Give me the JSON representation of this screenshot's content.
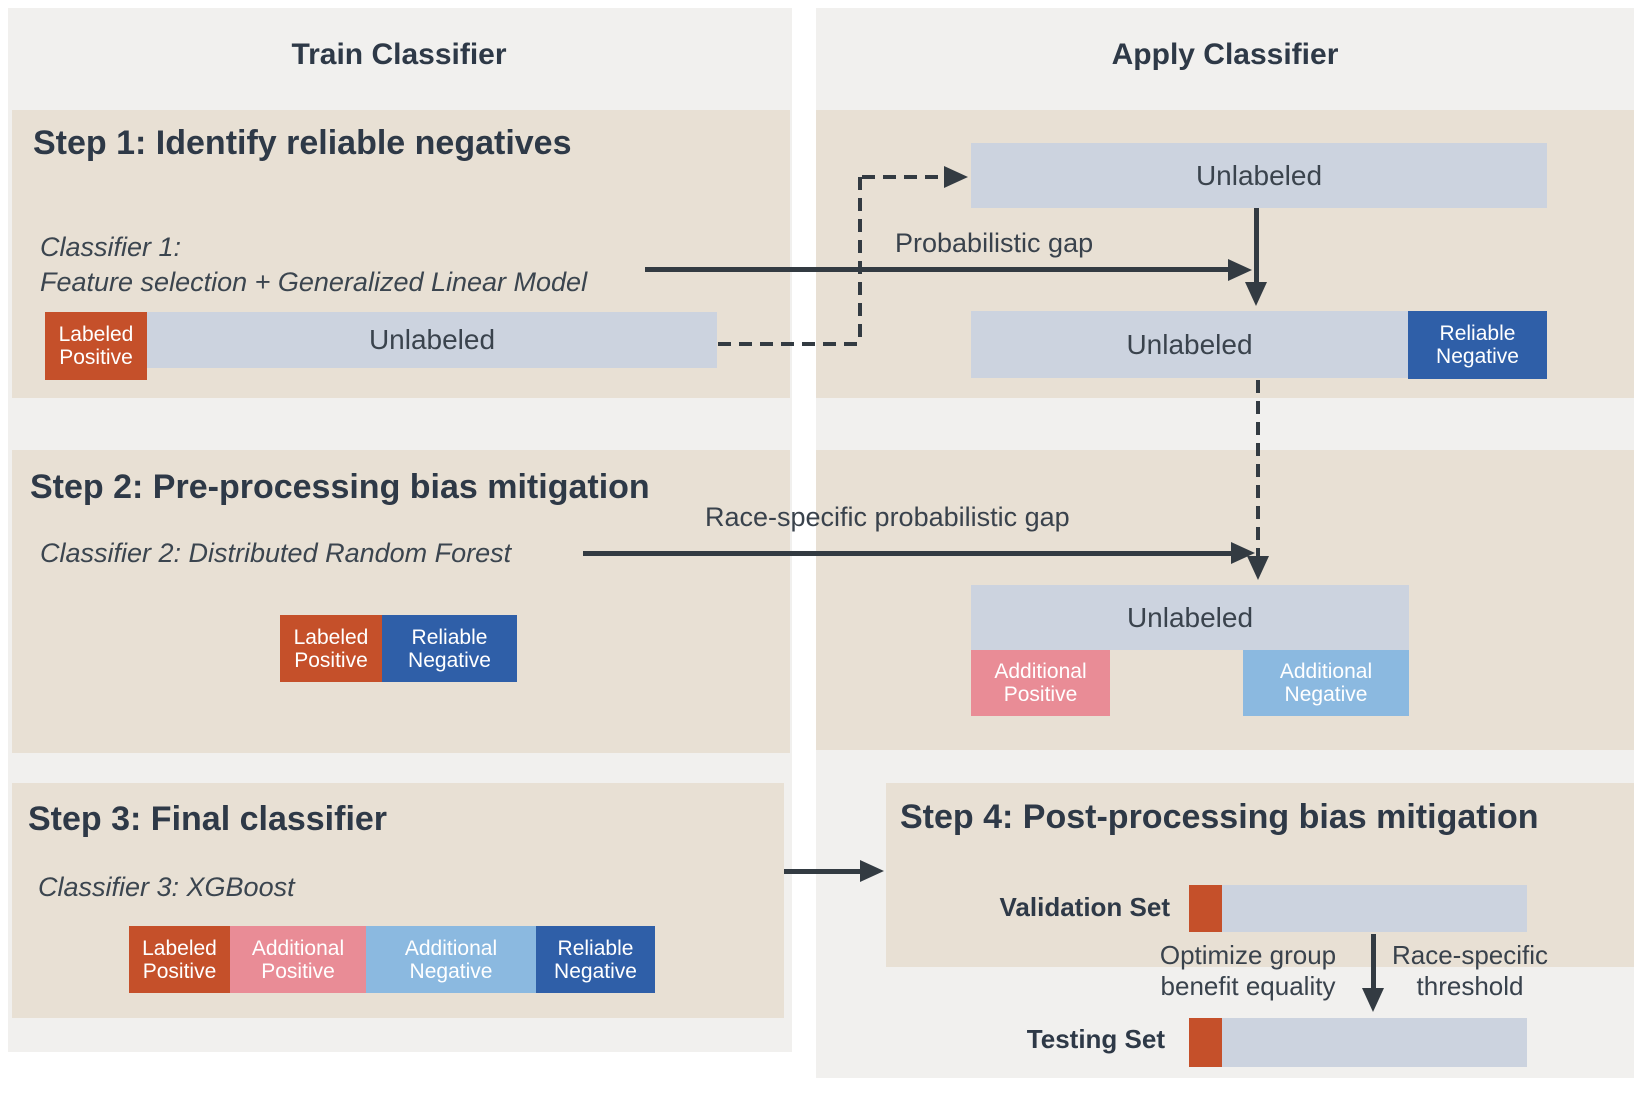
{
  "palette": {
    "page_bg": "#ffffff",
    "column_bg": "#f1f0ee",
    "panel_bg": "#e8e0d4",
    "bar_unlabeled": "#ccd3df",
    "labeled_positive": "#c5502a",
    "reliable_negative": "#2f5fa8",
    "additional_positive": "#e98c96",
    "additional_negative": "#8bb9e0",
    "arrow": "#333b42",
    "text_dark": "#2e3947"
  },
  "columns": {
    "train": {
      "heading": "Train Classifier"
    },
    "apply": {
      "heading": "Apply Classifier"
    }
  },
  "step1": {
    "title": "Step 1: Identify reliable negatives",
    "classifier_line1": "Classifier 1:",
    "classifier_line2": "Feature selection + Generalized Linear Model",
    "train_bar": {
      "labeled_positive": "Labeled Positive",
      "unlabeled": "Unlabeled"
    },
    "apply_top_bar": {
      "unlabeled": "Unlabeled"
    },
    "gap_label": "Probabilistic gap",
    "apply_bottom_bar": {
      "unlabeled": "Unlabeled",
      "reliable_negative": "Reliable Negative"
    }
  },
  "step2": {
    "title": "Step 2: Pre-processing bias mitigation",
    "classifier": "Classifier 2: Distributed Random Forest",
    "gap_label": "Race-specific probabilistic gap",
    "train_bar": {
      "labeled_positive": "Labeled Positive",
      "reliable_negative": "Reliable Negative"
    },
    "apply_bar": {
      "unlabeled": "Unlabeled",
      "additional_positive": "Additional Positive",
      "additional_negative": "Additional Negative"
    }
  },
  "step3": {
    "title": "Step 3: Final classifier",
    "classifier": "Classifier 3: XGBoost",
    "bar": {
      "labeled_positive": "Labeled Positive",
      "additional_positive": "Additional Positive",
      "additional_negative": "Additional Negative",
      "reliable_negative": "Reliable Negative"
    }
  },
  "step4": {
    "title": "Step 4: Post-processing bias mitigation",
    "validation_label": "Validation Set",
    "testing_label": "Testing Set",
    "optimize_label": "Optimize group benefit equality",
    "threshold_label": "Race-specific threshold"
  }
}
